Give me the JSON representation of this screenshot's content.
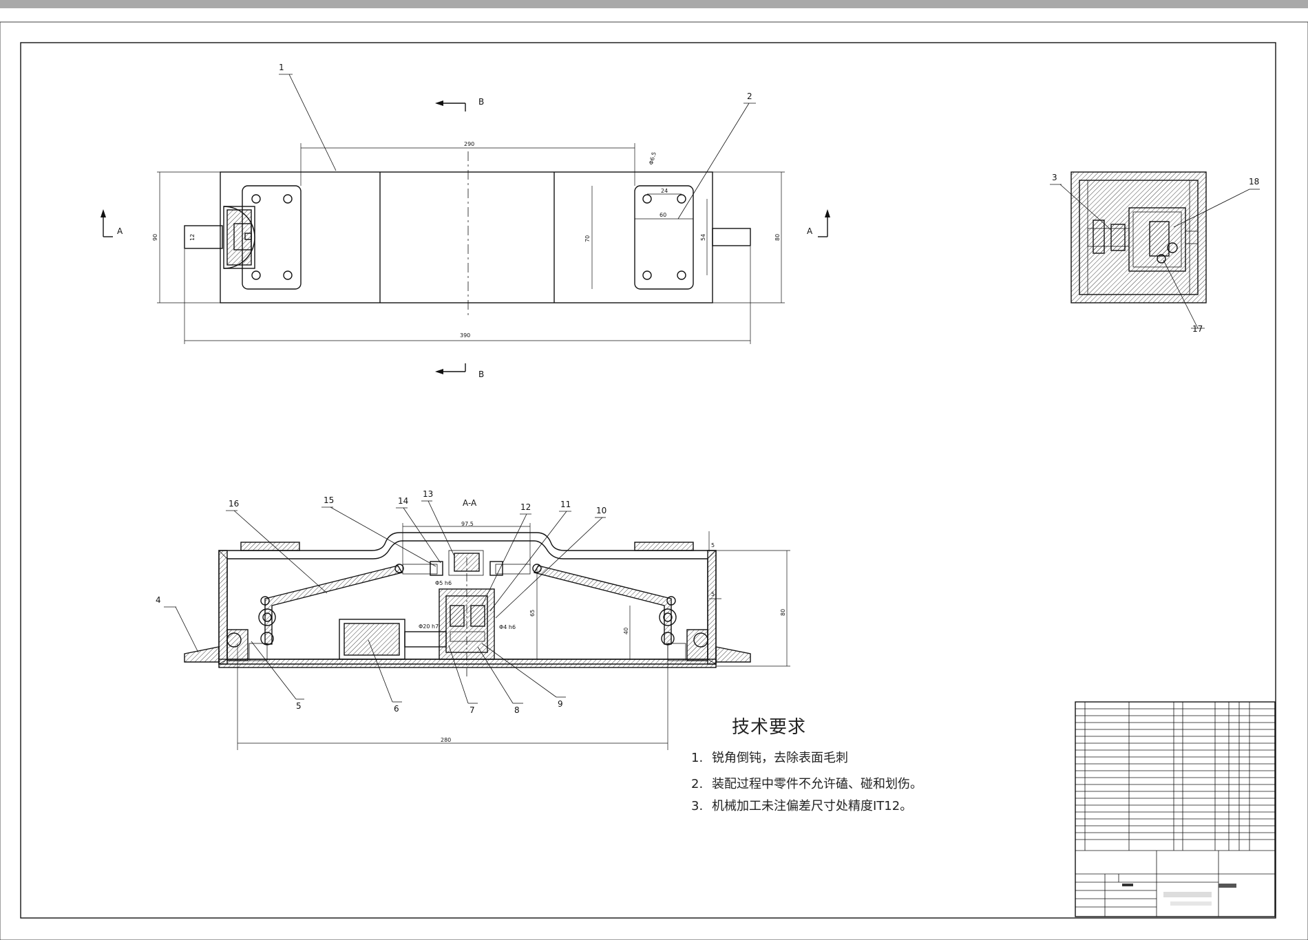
{
  "sections": {
    "B_top": "B",
    "B_bottom": "B",
    "A_left": "A",
    "A_right": "A",
    "AA_title": "A-A"
  },
  "callouts": [
    "1",
    "2",
    "3",
    "18",
    "17",
    "16",
    "15",
    "14",
    "13",
    "12",
    "11",
    "10",
    "4",
    "5",
    "6",
    "7",
    "8",
    "9"
  ],
  "dimensions": {
    "top_width": "290",
    "overall_length": "390",
    "height": "90",
    "left_small": "12",
    "hole_dia": "Φ6.5",
    "inner_width": "70",
    "d24": "24",
    "d60": "60",
    "d54": "54",
    "right_h": "80",
    "section_97": "97.5",
    "d5_h6": "Φ5 h6",
    "d4_h6": "Φ4 h6",
    "d65": "65",
    "d40": "40",
    "d5a": "5",
    "d5b": "5",
    "bottom_280": "280",
    "right_height": "80",
    "motor_dim": "Φ20 h7"
  },
  "tech": {
    "title": "技术要求",
    "items": [
      {
        "num": "1.",
        "text": "锐角倒钝，去除表面毛刺"
      },
      {
        "num": "2.",
        "text": "装配过程中零件不允许磕、碰和划伤。"
      },
      {
        "num": "3.",
        "text": "机械加工未注偏差尺寸处精度IT12。"
      }
    ]
  },
  "colors": {
    "line": "#111111",
    "topbar": "#a9a9a9"
  }
}
